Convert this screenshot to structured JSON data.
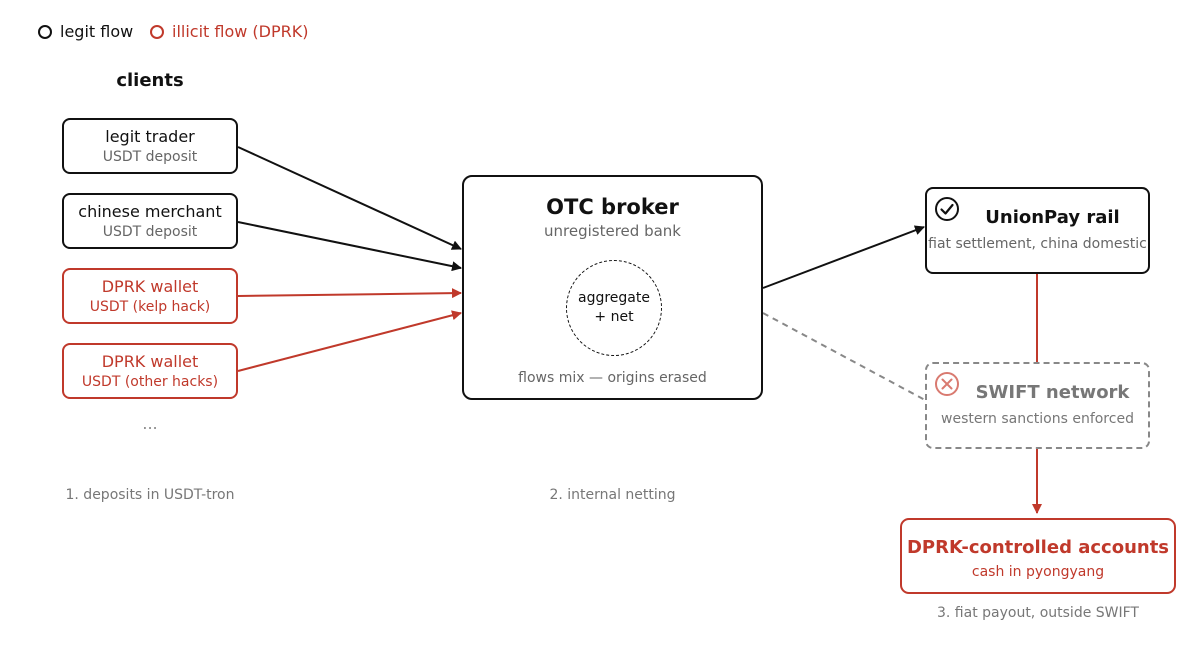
{
  "legend": {
    "legit_label": "legit flow",
    "illicit_label": "illicit flow (DPRK)"
  },
  "clients": {
    "heading": "clients",
    "items": [
      {
        "title": "legit trader",
        "sub": "USDT deposit",
        "kind": "legit"
      },
      {
        "title": "chinese merchant",
        "sub": "USDT deposit",
        "kind": "legit"
      },
      {
        "title": "DPRK wallet",
        "sub": "USDT (kelp hack)",
        "kind": "illicit"
      },
      {
        "title": "DPRK wallet",
        "sub": "USDT (other hacks)",
        "kind": "illicit"
      }
    ],
    "ellipsis": "..."
  },
  "broker": {
    "title": "OTC broker",
    "subtitle": "unregistered bank",
    "pool_line1": "aggregate",
    "pool_line2": "+ net",
    "note": "flows mix — origins erased"
  },
  "unionpay": {
    "title": "UnionPay rail",
    "subtitle": "fiat settlement, china domestic",
    "icon": "check-circle-icon"
  },
  "swift": {
    "title": "SWIFT network",
    "subtitle": "western sanctions enforced",
    "icon": "x-circle-icon"
  },
  "accounts": {
    "title": "DPRK-controlled accounts",
    "subtitle": "cash in pyongyang"
  },
  "stages": {
    "deposits": "1. deposits in USDT-tron",
    "netting": "2. internal netting",
    "payout": "3. fiat payout, outside SWIFT"
  },
  "colors": {
    "legit": "#111111",
    "illicit": "#c0392b",
    "muted": "#888888"
  }
}
